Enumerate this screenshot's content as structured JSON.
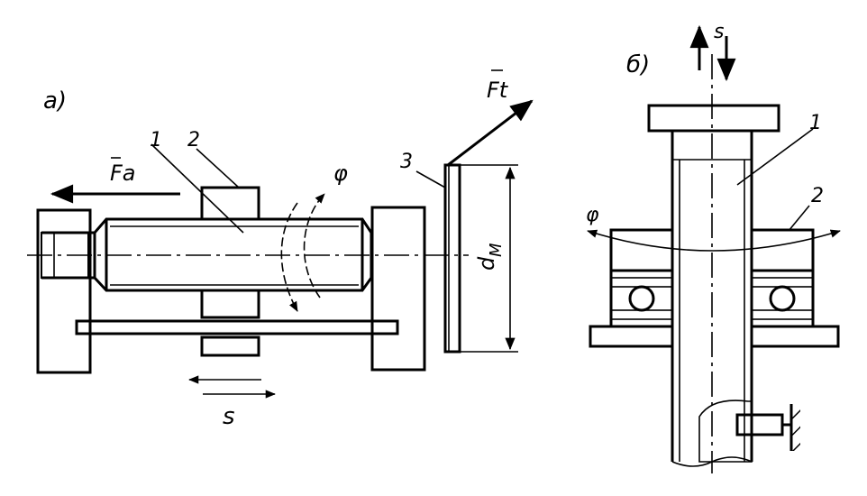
{
  "figure_a": {
    "label": "a)",
    "force_axial": "Fa",
    "force_tangential": "Ft",
    "angle": "φ",
    "feed": "s",
    "diameter_main": "d",
    "diameter_sub": "M",
    "part_1": "1",
    "part_2": "2",
    "part_3": "3"
  },
  "figure_b": {
    "label": "б)",
    "feed": "s",
    "angle": "φ",
    "part_1": "1",
    "part_2": "2"
  }
}
